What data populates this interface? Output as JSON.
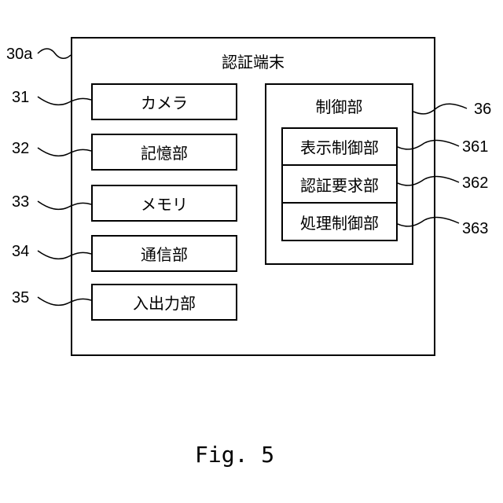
{
  "terminal": {
    "label": "認証端末",
    "ref": "30a",
    "blocks": [
      {
        "label": "カメラ",
        "ref": "31"
      },
      {
        "label": "記憶部",
        "ref": "32"
      },
      {
        "label": "メモリ",
        "ref": "33"
      },
      {
        "label": "通信部",
        "ref": "34"
      },
      {
        "label": "入出力部",
        "ref": "35"
      }
    ],
    "controller": {
      "label": "制御部",
      "ref": "36",
      "units": [
        {
          "label": "表示制御部",
          "ref": "361"
        },
        {
          "label": "認証要求部",
          "ref": "362"
        },
        {
          "label": "処理制御部",
          "ref": "363"
        }
      ]
    }
  },
  "figure": {
    "caption": "Fig. 5"
  }
}
